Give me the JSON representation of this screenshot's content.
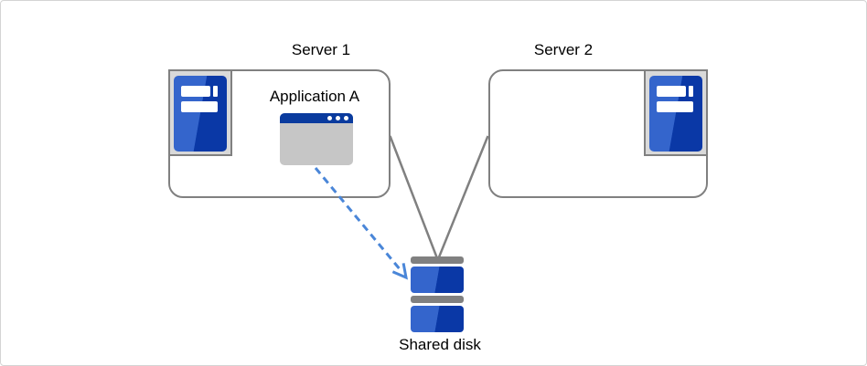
{
  "colors": {
    "background": "#ffffff",
    "outer_border": "#d4d4d4",
    "line_gray": "#808080",
    "frame_fill": "#d9d9d9",
    "blue_light": "#3465cc",
    "blue_dark": "#0a38a6",
    "title_bar_blue": "#0a3b9e",
    "window_body_gray": "#c6c6c6",
    "arrow_blue": "#4a86d8",
    "text_color": "#000000"
  },
  "diagram": {
    "server1": {
      "label": "Server 1",
      "application": {
        "label": "Application A"
      }
    },
    "server2": {
      "label": "Server 2"
    },
    "shared_disk": {
      "label": "Shared disk"
    },
    "icons": {
      "server_tower": "server-tower-icon",
      "app_window": "app-window-icon",
      "disk_stack": "disk-stack-icon",
      "arrow": "dashed-arrow-icon"
    },
    "connections": [
      {
        "from": "server1",
        "to": "shared_disk",
        "style": "solid-gray"
      },
      {
        "from": "server2",
        "to": "shared_disk",
        "style": "solid-gray"
      },
      {
        "from": "application_a",
        "to": "shared_disk",
        "style": "dashed-blue-arrow"
      }
    ]
  }
}
